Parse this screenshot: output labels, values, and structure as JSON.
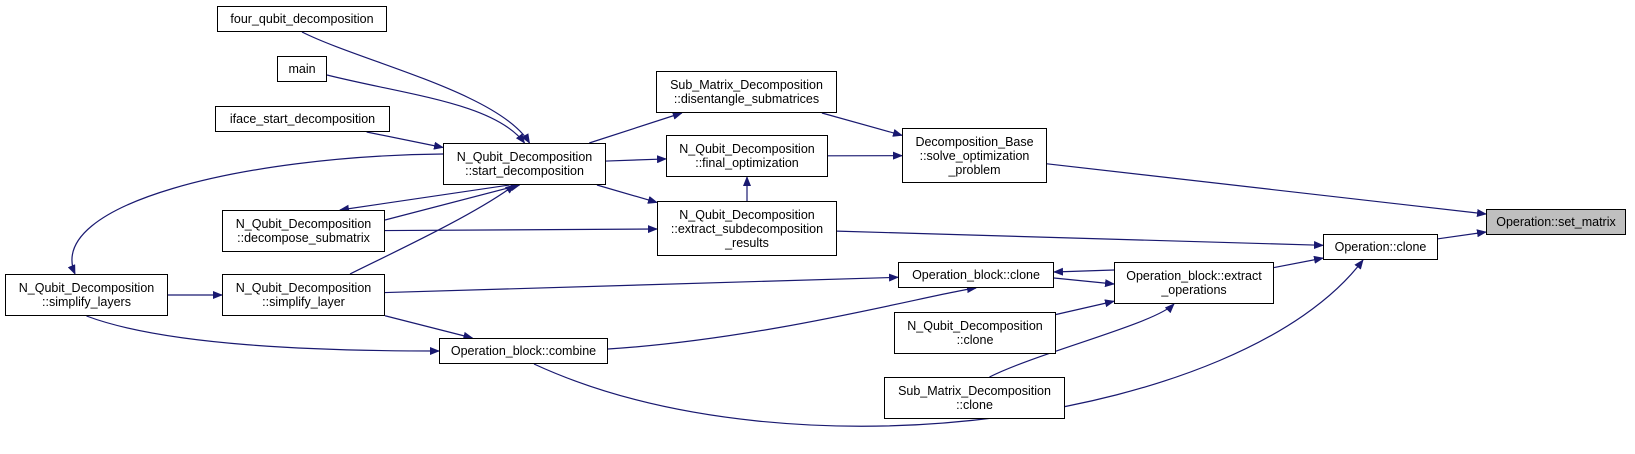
{
  "colors": {
    "edge": "#191970",
    "root_fill": "#bfbfbf",
    "node_fill": "#ffffff",
    "node_border": "#000000"
  },
  "nodes": {
    "set_matrix": [
      "Operation::set_matrix"
    ],
    "op_clone": [
      "Operation::clone"
    ],
    "solve_opt": [
      "Decomposition_Base",
      "::solve_optimization",
      "_problem"
    ],
    "extract_ops": [
      "Operation_block::extract",
      "_operations"
    ],
    "extract_sub": [
      "N_Qubit_Decomposition",
      "::extract_subdecomposition",
      "_results"
    ],
    "ob_clone": [
      "Operation_block::clone"
    ],
    "nq_clone": [
      "N_Qubit_Decomposition",
      "::clone"
    ],
    "sm_clone": [
      "Sub_Matrix_Decomposition",
      "::clone"
    ],
    "disentangle": [
      "Sub_Matrix_Decomposition",
      "::disentangle_submatrices"
    ],
    "final_opt": [
      "N_Qubit_Decomposition",
      "::final_optimization"
    ],
    "start_decomp": [
      "N_Qubit_Decomposition",
      "::start_decomposition"
    ],
    "four_qubit": [
      "four_qubit_decomposition"
    ],
    "main": [
      "main"
    ],
    "iface": [
      "iface_start_decomposition"
    ],
    "decomp_sub": [
      "N_Qubit_Decomposition",
      "::decompose_submatrix"
    ],
    "simplify_layer": [
      "N_Qubit_Decomposition",
      "::simplify_layer"
    ],
    "simplify_layers": [
      "N_Qubit_Decomposition",
      "::simplify_layers"
    ],
    "combine": [
      "Operation_block::combine"
    ]
  },
  "edges": [
    [
      "solve_opt",
      "set_matrix"
    ],
    [
      "op_clone",
      "set_matrix"
    ],
    [
      "extract_sub",
      "op_clone"
    ],
    [
      "extract_ops",
      "op_clone"
    ],
    [
      "combine",
      "op_clone"
    ],
    [
      "disentangle",
      "solve_opt"
    ],
    [
      "final_opt",
      "solve_opt"
    ],
    [
      "extract_sub",
      "final_opt"
    ],
    [
      "ob_clone",
      "extract_ops"
    ],
    [
      "extract_ops",
      "ob_clone"
    ],
    [
      "nq_clone",
      "extract_ops"
    ],
    [
      "sm_clone",
      "extract_ops"
    ],
    [
      "start_decomp",
      "disentangle"
    ],
    [
      "start_decomp",
      "final_opt"
    ],
    [
      "start_decomp",
      "extract_sub"
    ],
    [
      "decomp_sub",
      "extract_sub"
    ],
    [
      "simplify_layer",
      "ob_clone"
    ],
    [
      "combine",
      "ob_clone"
    ],
    [
      "four_qubit",
      "start_decomp"
    ],
    [
      "main",
      "start_decomp"
    ],
    [
      "iface",
      "start_decomp"
    ],
    [
      "decomp_sub",
      "start_decomp"
    ],
    [
      "start_decomp",
      "decomp_sub"
    ],
    [
      "simplify_layer",
      "start_decomp"
    ],
    [
      "start_decomp",
      "simplify_layers"
    ],
    [
      "simplify_layers",
      "simplify_layer"
    ],
    [
      "simplify_layer",
      "combine"
    ],
    [
      "simplify_layers",
      "combine"
    ]
  ]
}
